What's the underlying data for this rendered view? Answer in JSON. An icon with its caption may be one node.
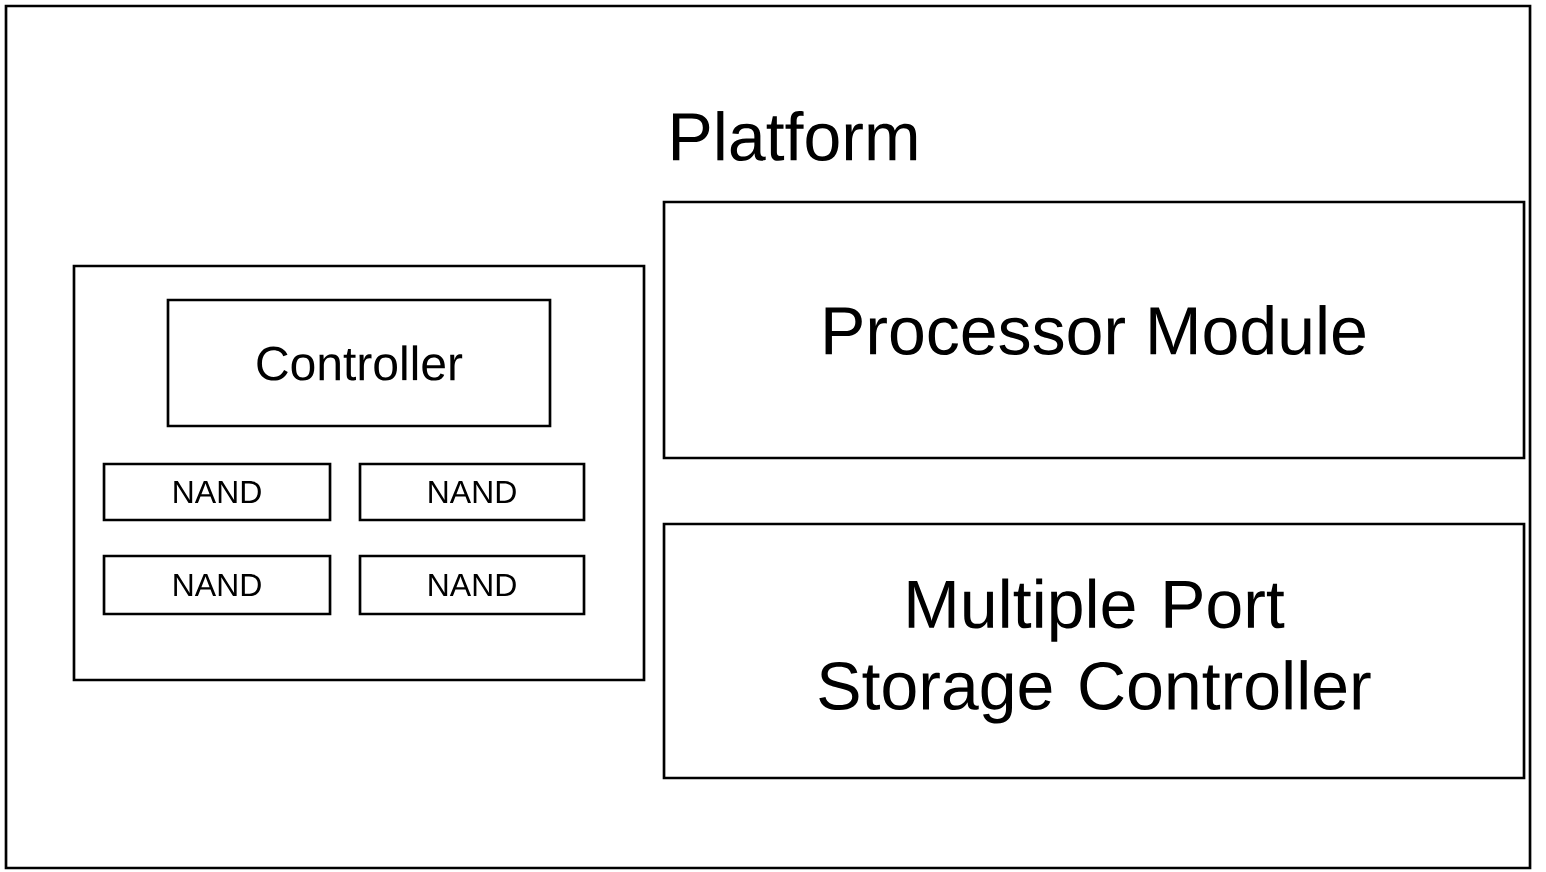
{
  "diagram": {
    "nodes": [
      {
        "text": [
          "Platform"
        ]
      },
      {
        "text": [],
        "shape": "box",
        "in": 0
      },
      {
        "text": [
          "Controller"
        ],
        "in": 1
      },
      {
        "text": [
          "NAND"
        ],
        "in": 1
      },
      {
        "text": [
          "NAND"
        ],
        "in": 1
      },
      {
        "text": [
          "NAND"
        ],
        "in": 1
      },
      {
        "text": [
          "NAND"
        ],
        "in": 1
      },
      {
        "text": [
          "Processor Module"
        ],
        "in": 0
      },
      {
        "text": [
          "Multiple Port Storage Controller"
        ],
        "in": 0
      }
    ]
  }
}
